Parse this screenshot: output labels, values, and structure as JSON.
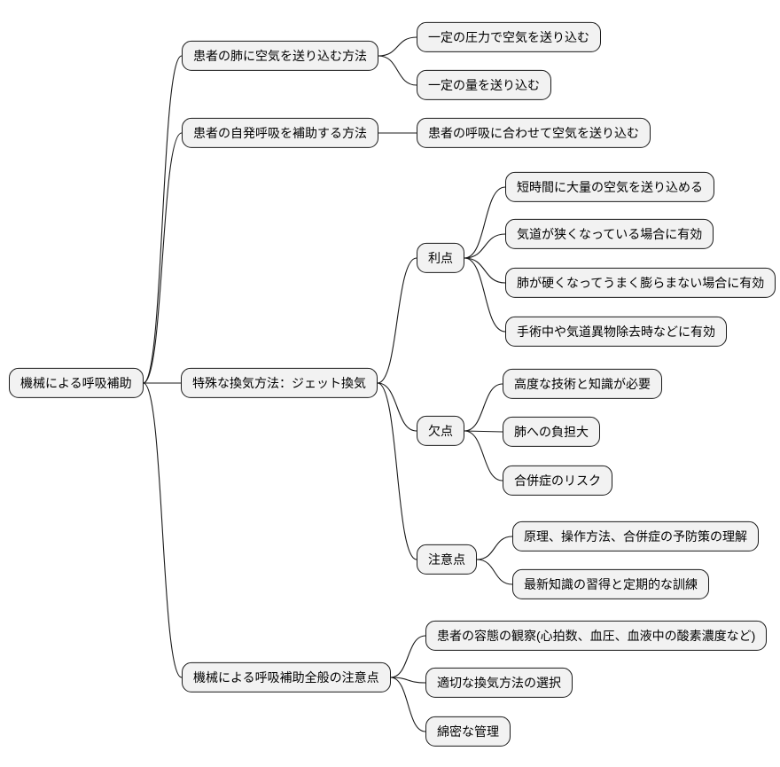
{
  "style": {
    "node_fill": "#f2f2f2",
    "node_border": "#1a1a1a",
    "line_color": "#1a1a1a",
    "background": "#ffffff"
  },
  "mindmap": {
    "root": {
      "label": "機械による呼吸補助"
    },
    "branches": [
      {
        "label": "患者の肺に空気を送り込む方法",
        "children": [
          {
            "label": "一定の圧力で空気を送り込む"
          },
          {
            "label": "一定の量を送り込む"
          }
        ]
      },
      {
        "label": "患者の自発呼吸を補助する方法",
        "children": [
          {
            "label": "患者の呼吸に合わせて空気を送り込む"
          }
        ]
      },
      {
        "label": "特殊な換気方法：ジェット換気",
        "children": [
          {
            "label": "利点",
            "children": [
              {
                "label": "短時間に大量の空気を送り込める"
              },
              {
                "label": "気道が狭くなっている場合に有効"
              },
              {
                "label": "肺が硬くなってうまく膨らまない場合に有効"
              },
              {
                "label": "手術中や気道異物除去時などに有効"
              }
            ]
          },
          {
            "label": "欠点",
            "children": [
              {
                "label": "高度な技術と知識が必要"
              },
              {
                "label": "肺への負担大"
              },
              {
                "label": "合併症のリスク"
              }
            ]
          },
          {
            "label": "注意点",
            "children": [
              {
                "label": "原理、操作方法、合併症の予防策の理解"
              },
              {
                "label": "最新知識の習得と定期的な訓練"
              }
            ]
          }
        ]
      },
      {
        "label": "機械による呼吸補助全般の注意点",
        "children": [
          {
            "label": "患者の容態の観察(心拍数、血圧、血液中の酸素濃度など)"
          },
          {
            "label": "適切な換気方法の選択"
          },
          {
            "label": "綿密な管理"
          }
        ]
      }
    ]
  }
}
